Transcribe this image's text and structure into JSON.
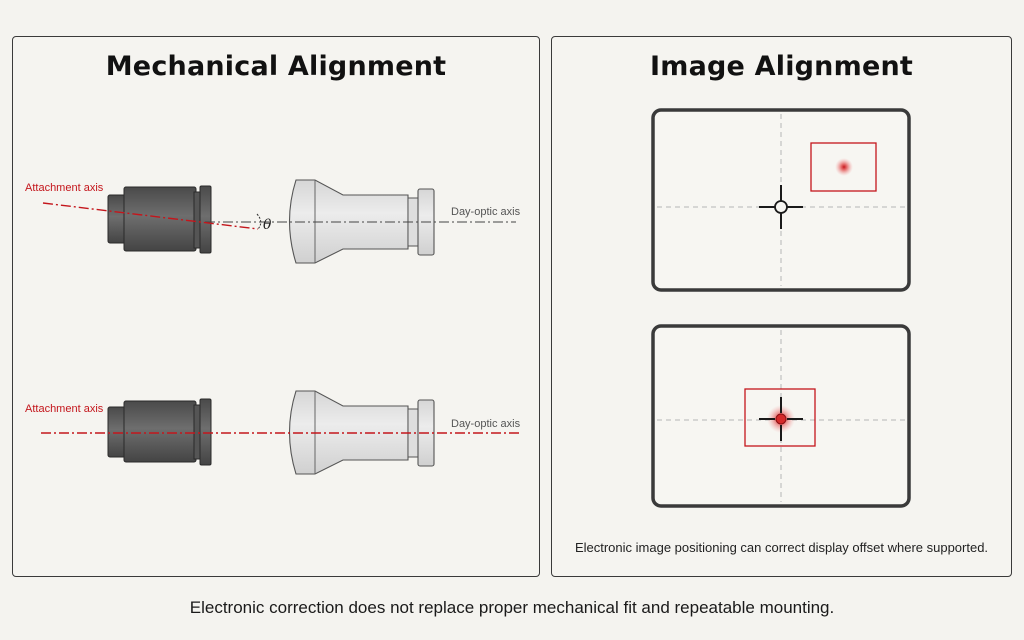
{
  "mechanical": {
    "title": "Mechanical Alignment",
    "top": {
      "attachment_label": "Attachment axis",
      "day_label": "Day-optic axis",
      "angle_symbol": "θ"
    },
    "bottom": {
      "attachment_label": "Attachment axis",
      "day_label": "Day-optic axis"
    }
  },
  "image": {
    "title": "Image Alignment",
    "caption": "Electronic image positioning can correct display offset where supported."
  },
  "footer": "Electronic correction does not replace proper mechanical fit and repeatable mounting.",
  "colors": {
    "accent_red": "#c4161c",
    "frame_dark": "#3a3a3a",
    "optic_grey": "#e2e2e2",
    "device_dark": "#5a5a5a"
  }
}
